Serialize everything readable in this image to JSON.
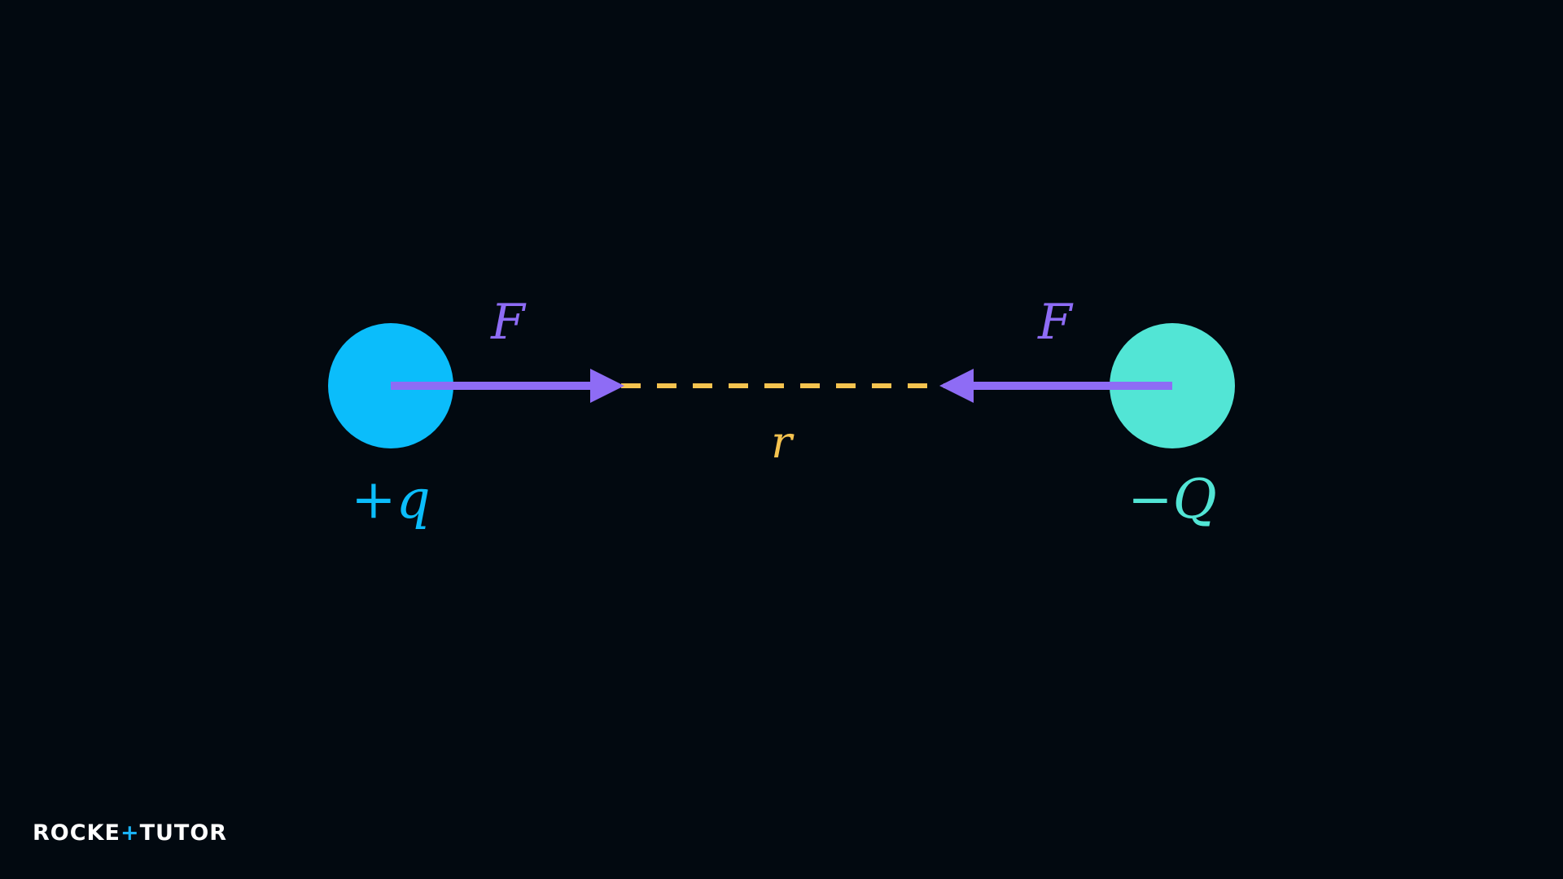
{
  "diagram": {
    "charge_left_label": "+q",
    "charge_right_label": "−Q",
    "force_left_label": "F",
    "force_right_label": "F",
    "distance_label": "r",
    "colors": {
      "background": "#020910",
      "charge_left": "#0bbdfb",
      "charge_right": "#52e5d5",
      "force_arrow": "#8e6cf5",
      "distance_line": "#f5c34f"
    }
  },
  "brand": {
    "part1": "ROCKE",
    "plus": "+",
    "part2": "TUTO",
    "part3": "R"
  }
}
